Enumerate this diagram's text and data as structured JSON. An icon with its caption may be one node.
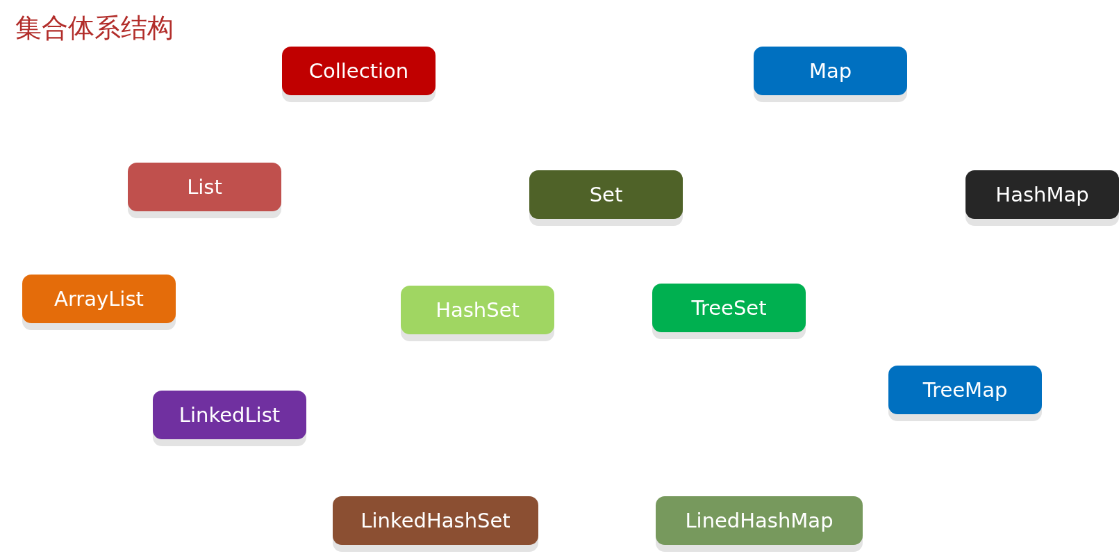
{
  "diagram": {
    "title": "集合体系结构",
    "nodes": [
      {
        "text": [
          "Collection"
        ]
      },
      {
        "text": [
          "Map"
        ]
      },
      {
        "text": [
          "List"
        ]
      },
      {
        "text": [
          "Set"
        ]
      },
      {
        "text": [
          "HashMap"
        ]
      },
      {
        "text": [
          "ArrayList"
        ]
      },
      {
        "text": [
          "HashSet"
        ]
      },
      {
        "text": [
          "TreeSet"
        ]
      },
      {
        "text": [
          "TreeMap"
        ]
      },
      {
        "text": [
          "LinkedList"
        ]
      },
      {
        "text": [
          "LinkedHashSet"
        ]
      },
      {
        "text": [
          "LinedHashMap"
        ]
      }
    ]
  }
}
